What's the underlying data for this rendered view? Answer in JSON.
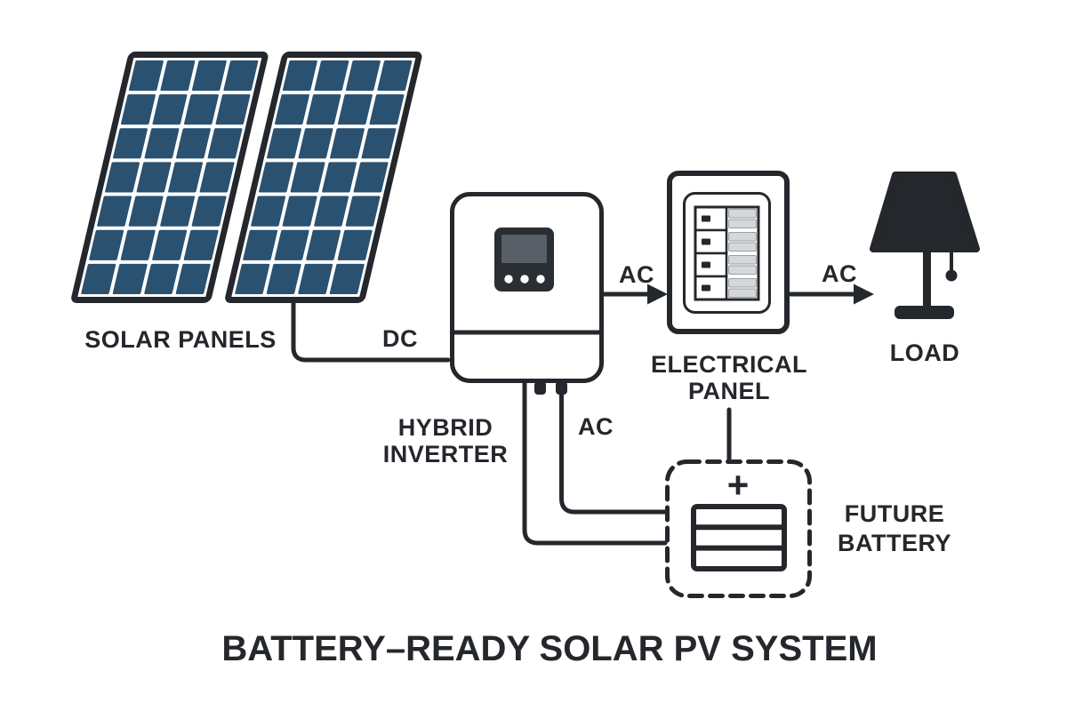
{
  "diagram": {
    "title": "BATTERY–READY SOLAR PV SYSTEM",
    "colors": {
      "background": "#ffffff",
      "ink": "#24272b",
      "panel_blue": "#2b5170",
      "display_dark": "#2a2d31",
      "screen_gray": "#585f66",
      "bar_gray": "#d5d7d9",
      "bar_border": "#9aa0a5"
    },
    "solar_panels": {
      "label": "SOLAR PANELS",
      "count": 2,
      "grid": {
        "cols": 4,
        "rows": 7
      }
    },
    "inverter": {
      "label_line1": "HYBRID",
      "label_line2": "INVERTER",
      "button_count": 3
    },
    "electrical_panel": {
      "label_line1": "ELECTRICAL",
      "label_line2": "PANEL",
      "breaker_rows": 4
    },
    "load": {
      "label": "LOAD"
    },
    "battery": {
      "label_line1": "FUTURE",
      "label_line2": "BATTERY",
      "plus_symbol": "+"
    },
    "connections": {
      "dc_label": "DC",
      "ac_inverter_to_panel_label": "AC",
      "ac_panel_to_load_label": "AC",
      "ac_inverter_to_battery_label": "AC"
    }
  }
}
